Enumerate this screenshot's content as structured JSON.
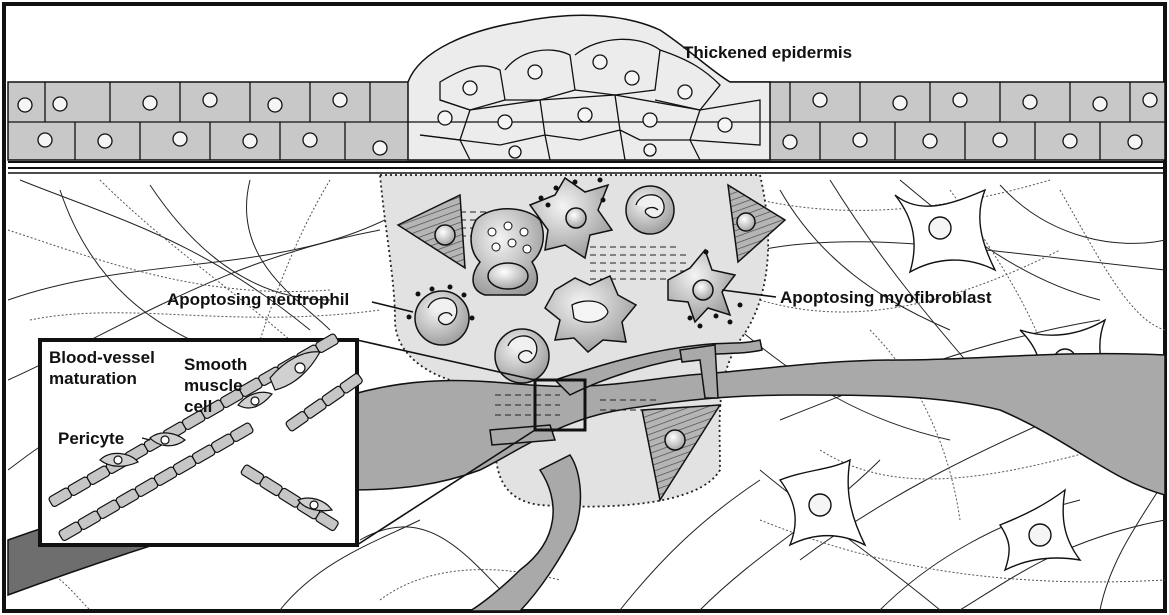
{
  "labels": {
    "thickened_epidermis": "Thickened epidermis",
    "apoptosing_neutrophil": "Apoptosing neutrophil",
    "apoptosing_myofibroblast": "Apoptosing myofibroblast",
    "blood_vessel_line1": "Blood-vessel",
    "blood_vessel_line2": "maturation",
    "smooth_line1": "Smooth",
    "smooth_line2": "muscle",
    "smooth_line3": "cell",
    "pericyte": "Pericyte"
  },
  "colors": {
    "skin_gray": "#c8c8c8",
    "wound_gray": "#e2e2e2",
    "vessel_gray": "#a9a9a9",
    "dark_vessel": "#6e6e6e",
    "outline": "#111111"
  }
}
